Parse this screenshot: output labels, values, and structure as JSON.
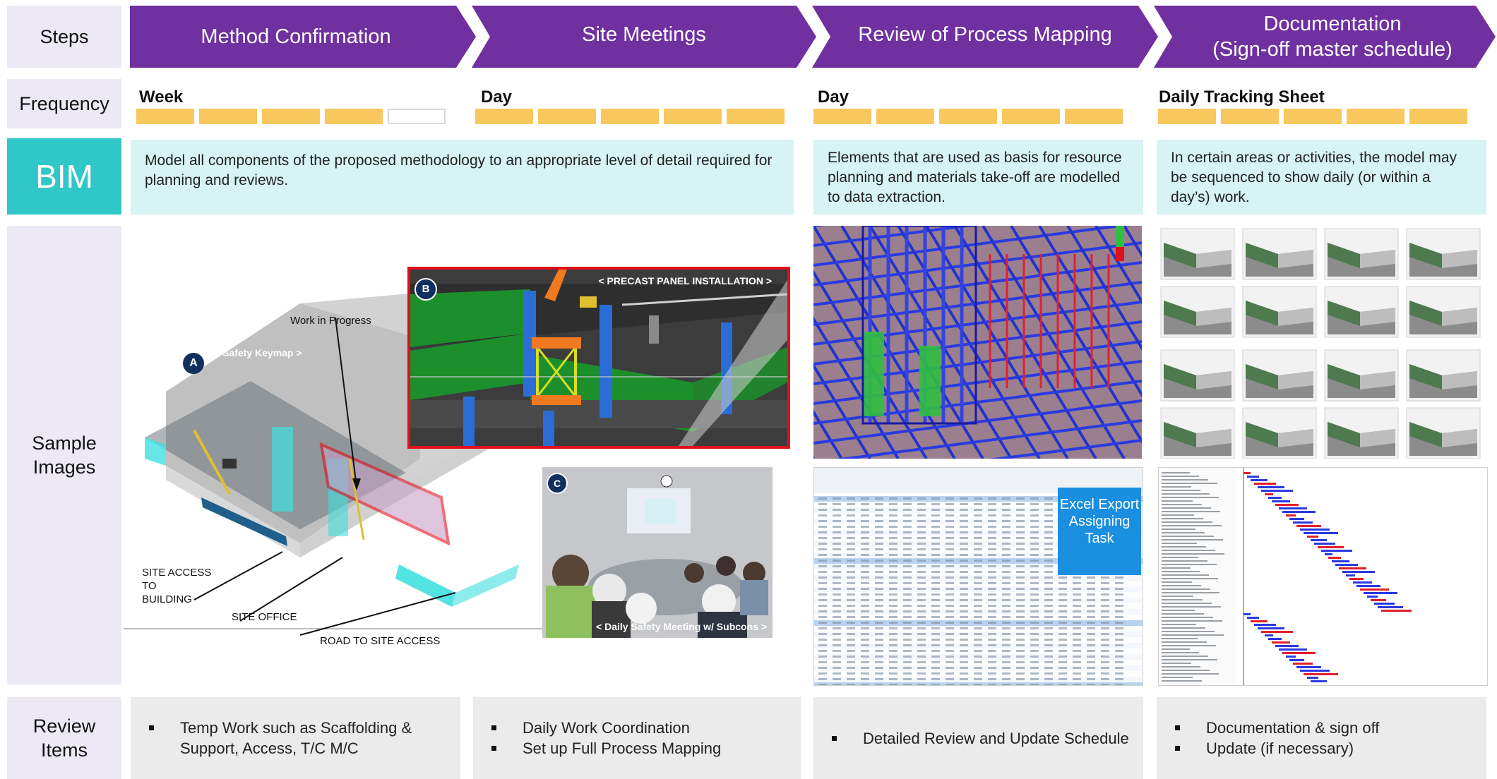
{
  "row_labels": {
    "steps": "Steps",
    "frequency": "Frequency",
    "bim": "BIM",
    "sample_images": "Sample Images",
    "review_items": "Review Items"
  },
  "steps": [
    {
      "label": "Method Confirmation"
    },
    {
      "label": "Site Meetings"
    },
    {
      "label": "Review of Process Mapping"
    },
    {
      "label": "Documentation\n(Sign-off master schedule)"
    }
  ],
  "frequency": [
    {
      "label": "Week",
      "filled": 4,
      "empty": 1
    },
    {
      "label": "Day",
      "filled": 5,
      "empty": 0
    },
    {
      "label": "Day",
      "filled": 5,
      "empty": 0
    },
    {
      "label": "Daily Tracking Sheet",
      "filled": 5,
      "empty": 0
    }
  ],
  "bim_descriptions": [
    "Model all components of the proposed methodology to an appropriate level of detail required for planning and reviews.",
    "Elements that are used as basis for resource planning and materials take-off are modelled to data extraction.",
    "In certain areas or activities, the model may be sequenced to show daily (or within a day’s) work."
  ],
  "sample_images": {
    "site_model": {
      "marker_a": "A",
      "safety_keymap": "< Safety Keymap >",
      "work_in_progress": "Work in Progress",
      "site_access": "SITE ACCESS\nTO\nBUILDING",
      "site_office": "SITE OFFICE",
      "road": "ROAD TO SITE ACCESS"
    },
    "precast": {
      "marker": "B",
      "caption": "< PRECAST PANEL INSTALLATION >"
    },
    "meeting": {
      "marker": "C",
      "caption": "< Daily Safety Meeting w/ Subcons >"
    },
    "excel": {
      "caption": "Excel Export\nAssigning\nTask"
    }
  },
  "review_items": [
    [
      "Temp Work such as Scaffolding & Support, Access, T/C M/C"
    ],
    [
      "Daily Work Coordination",
      "Set up Full Process Mapping"
    ],
    [
      "Detailed Review and Update Schedule"
    ],
    [
      "Documentation & sign off",
      "Update (if necessary)"
    ]
  ],
  "colors": {
    "chevron": "#7030a0",
    "bar": "#f8c75d",
    "bim_label": "#2fc7c8",
    "bim_box": "#d7f3f3",
    "label_bg": "#ece9f4",
    "review_bg": "#ebebeb"
  }
}
